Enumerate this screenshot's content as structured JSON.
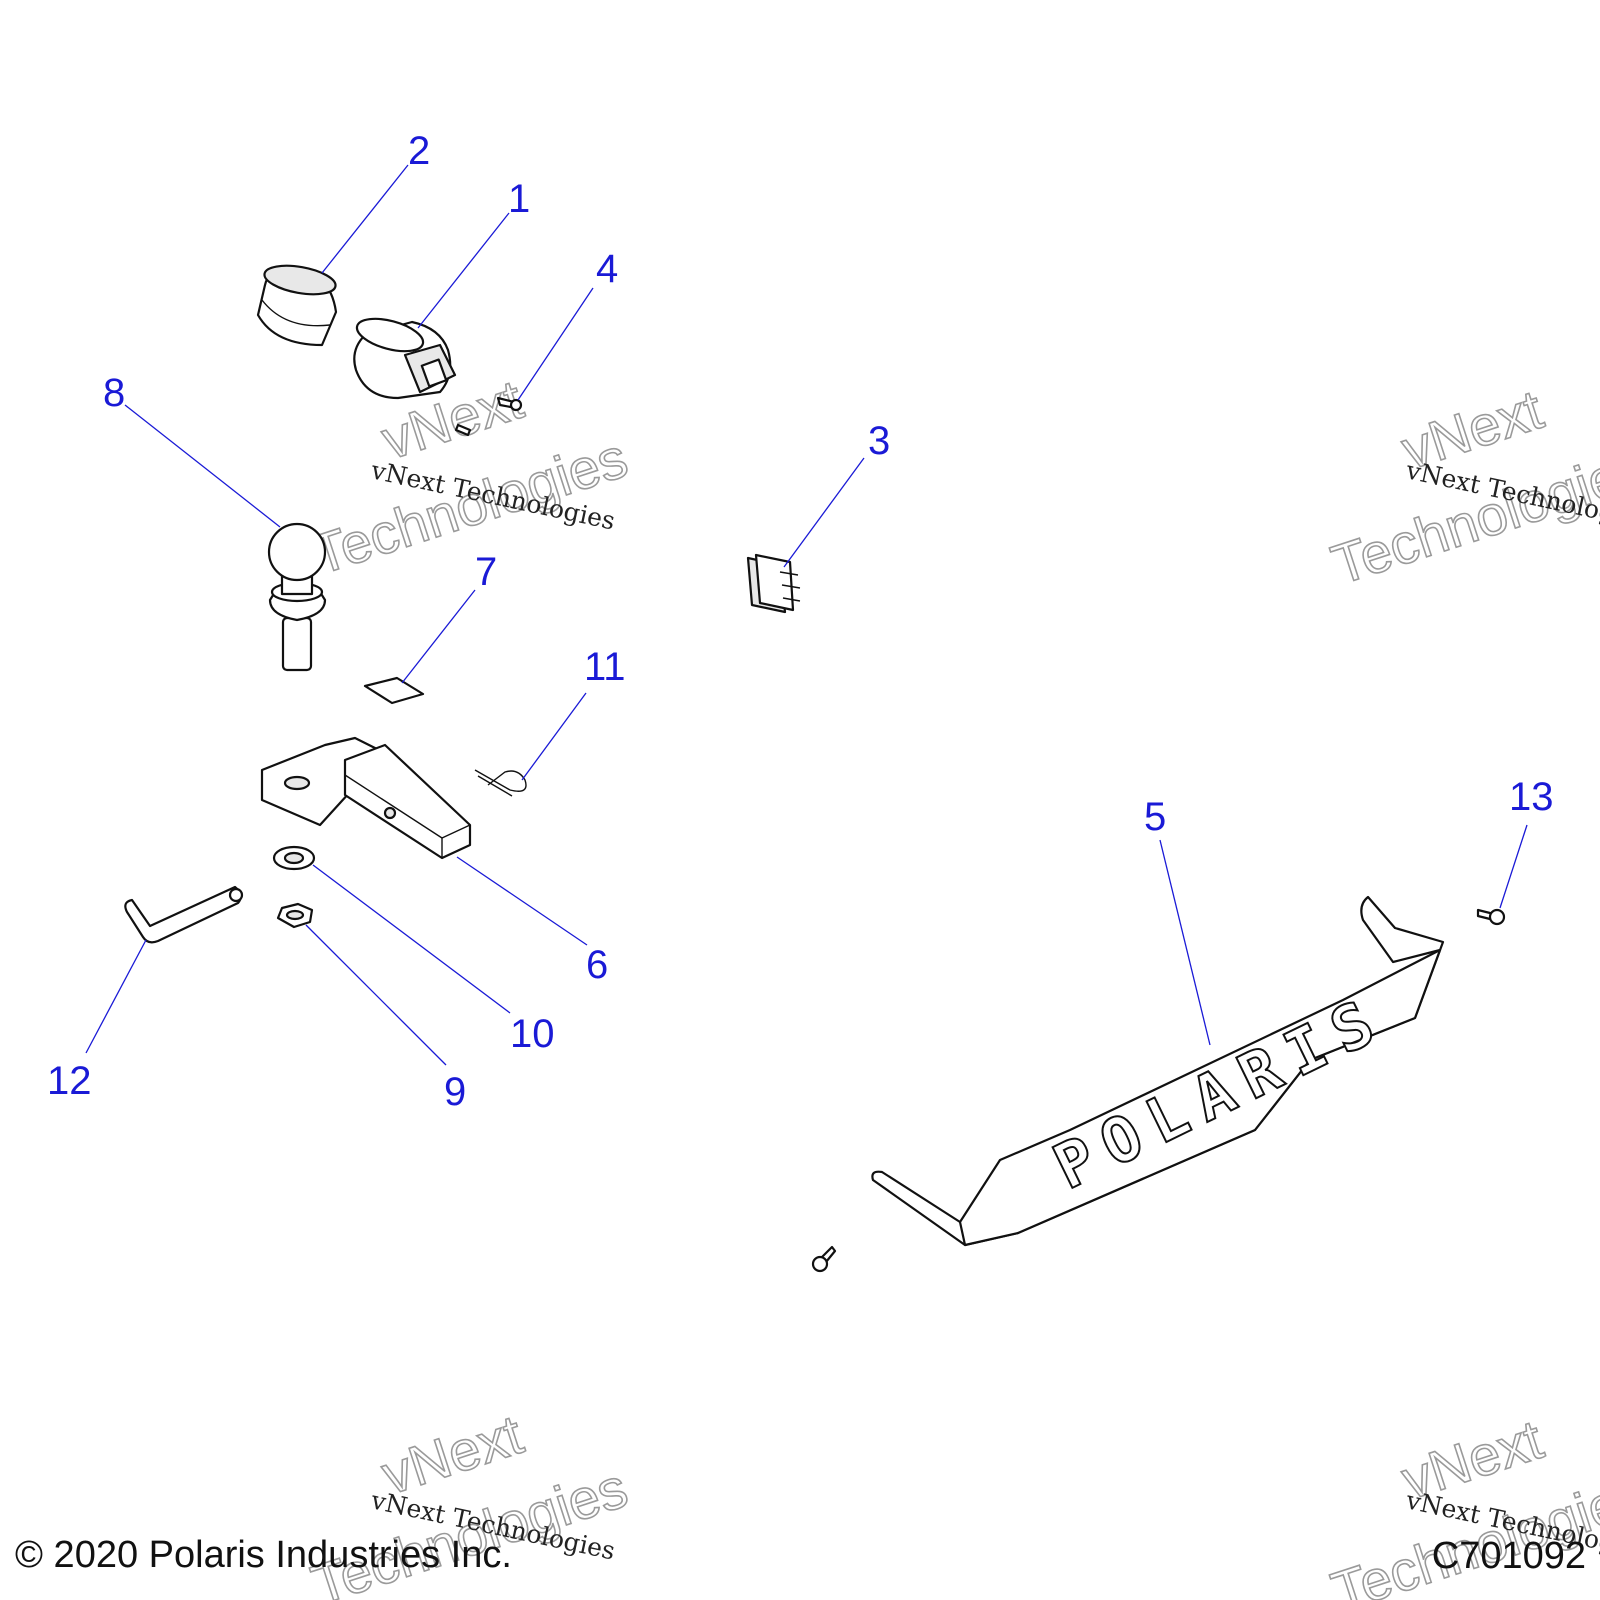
{
  "callouts": [
    {
      "id": "1",
      "label": "1"
    },
    {
      "id": "2",
      "label": "2"
    },
    {
      "id": "3",
      "label": "3"
    },
    {
      "id": "4",
      "label": "4"
    },
    {
      "id": "5",
      "label": "5"
    },
    {
      "id": "6",
      "label": "6"
    },
    {
      "id": "7",
      "label": "7"
    },
    {
      "id": "8",
      "label": "8"
    },
    {
      "id": "9",
      "label": "9"
    },
    {
      "id": "10",
      "label": "10"
    },
    {
      "id": "11",
      "label": "11"
    },
    {
      "id": "12",
      "label": "12"
    },
    {
      "id": "13",
      "label": "13"
    }
  ],
  "watermark": {
    "small": "vNext Technologies",
    "big_line1": "vNext",
    "big_line2": "Technologies"
  },
  "part_logo": "POLARIS",
  "footer": {
    "copyright": "© 2020 Polaris Industries Inc.",
    "figure_code": "C701092"
  },
  "colors": {
    "callout": "#1a1ad6",
    "line": "#111111",
    "background": "#ffffff"
  }
}
